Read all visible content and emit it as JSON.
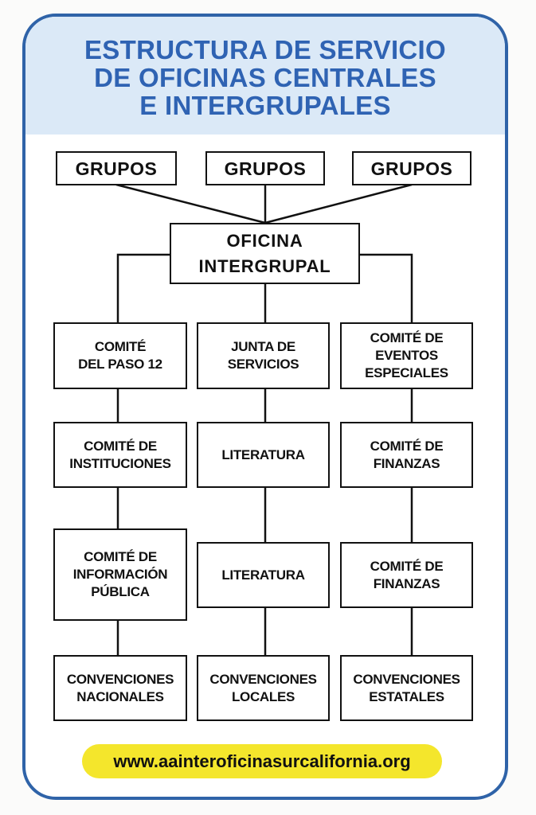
{
  "title": {
    "line1": "ESTRUCTURA DE SERVICIO",
    "line2": "DE OFICINAS CENTRALES",
    "line3": "E INTERGRUPALES"
  },
  "groups": [
    "GRUPOS",
    "GRUPOS",
    "GRUPOS"
  ],
  "office": {
    "line1": "OFICINA",
    "line2": "INTERGRUPAL"
  },
  "columns": [
    [
      [
        "COMITÉ",
        "DEL PASO 12"
      ],
      [
        "COMITÉ DE",
        "INSTITUCIONES"
      ],
      [
        "COMITÉ DE",
        "INFORMACIÓN",
        "PÚBLICA"
      ],
      [
        "CONVENCIONES",
        "NACIONALES"
      ]
    ],
    [
      [
        "JUNTA DE",
        "SERVICIOS"
      ],
      [
        "LITERATURA"
      ],
      [
        "LITERATURA"
      ],
      [
        "CONVENCIONES",
        "LOCALES"
      ]
    ],
    [
      [
        "COMITÉ DE",
        "EVENTOS",
        "ESPECIALES"
      ],
      [
        "COMITÉ DE",
        "FINANZAS"
      ],
      [
        "COMITÉ DE",
        "FINANZAS"
      ],
      [
        "CONVENCIONES",
        "ESTATALES"
      ]
    ]
  ],
  "url": "www.aainteroficinasurcalifornia.org",
  "colors": {
    "border": "#2f63a8",
    "title": "#2f63b3",
    "header_bg": "#dbe9f7",
    "url_bg": "#f4e62c"
  }
}
